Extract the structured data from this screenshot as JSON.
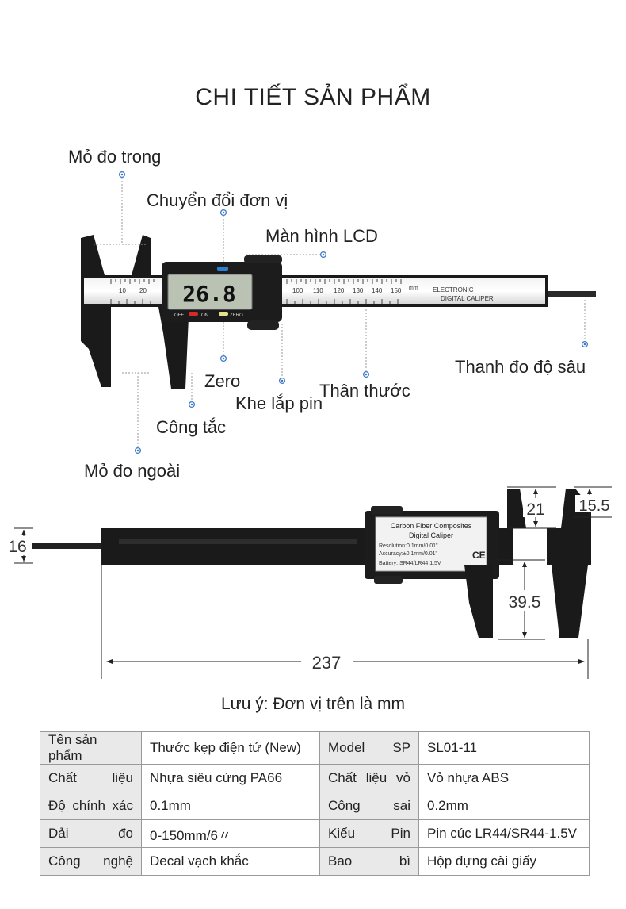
{
  "title": "CHI TIẾT SẢN PHẨM",
  "callouts": {
    "inner_jaw": "Mỏ đo trong",
    "unit_switch": "Chuyển đổi đơn vị",
    "lcd": "Màn hình LCD",
    "depth_rod": "Thanh đo độ sâu",
    "zero": "Zero",
    "battery": "Khe lắp pin",
    "body": "Thân thước",
    "power": "Công tắc",
    "outer_jaw": "Mỏ đo ngoài"
  },
  "caliper": {
    "display_value": "26.8",
    "brand_line1": "ELECTRONIC",
    "brand_line2": "DIGITAL CALIPER",
    "unit_mm": "mm",
    "btn_off": "OFF",
    "btn_on": "ON",
    "btn_zero": "ZERO",
    "scale_numbers": [
      "10",
      "20",
      "100",
      "110",
      "120",
      "130",
      "140",
      "150"
    ]
  },
  "back_label": {
    "line1": "Carbon Fiber Composites",
    "line2": "Digital Caliper",
    "line3": "Resolution:0.1mm/0.01\"",
    "line4": "Accuracy:±0.1mm/0.01\"",
    "line5": "Battery: SR44/LR44 1.5V",
    "ce": "CE"
  },
  "dimensions": {
    "d16": "16",
    "d21": "21",
    "d15_5": "15.5",
    "d39_5": "39.5",
    "d237": "237"
  },
  "note": "Lưu ý: Đơn vị trên là mm",
  "spec_table": [
    {
      "k1": [
        "Tên sản phẩm"
      ],
      "v1": "Thước kẹp điện tử (New)",
      "k2": [
        "Model",
        "SP"
      ],
      "v2": "SL01-11"
    },
    {
      "k1": [
        "Chất",
        "liệu"
      ],
      "v1": "Nhựa siêu cứng PA66",
      "k2": [
        "Chất",
        "liệu",
        "vỏ"
      ],
      "v2": "Vỏ nhựa ABS"
    },
    {
      "k1": [
        "Độ",
        "chính",
        "xác"
      ],
      "v1": "0.1mm",
      "k2": [
        "Công",
        "sai"
      ],
      "v2": "0.2mm"
    },
    {
      "k1": [
        "Dải",
        "đo"
      ],
      "v1": "0-150mm/6〃",
      "k2": [
        "Kiểu",
        "Pin"
      ],
      "v2": "Pin cúc LR44/SR44-1.5V"
    },
    {
      "k1": [
        "Công",
        "nghệ"
      ],
      "v1": "Decal vạch khắc",
      "k2": [
        "Bao",
        "bì"
      ],
      "v2": "Hộp đựng cài giấy"
    }
  ],
  "colors": {
    "accent_dot": "#3a78c9",
    "caliper_body": "#1a1a1a",
    "lcd_bg": "#b9c2b3"
  }
}
